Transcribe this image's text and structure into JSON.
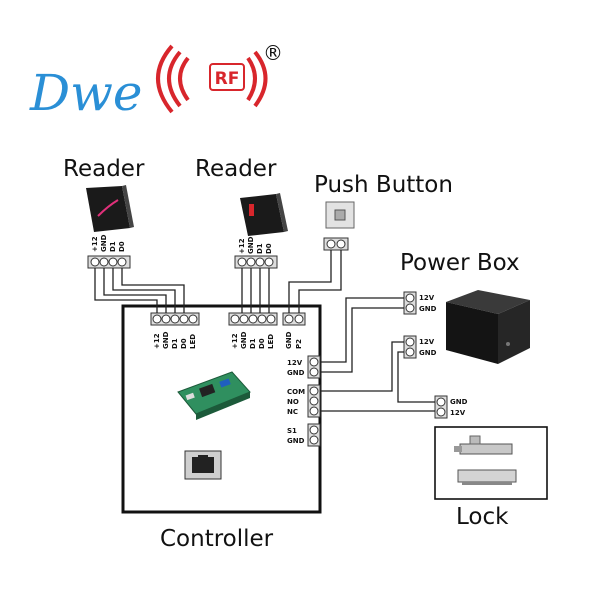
{
  "logo": {
    "brand": "Dwe",
    "badge": "RF",
    "registered": "®",
    "color": "#2a8fd6",
    "accent": "#d8262c"
  },
  "labels": {
    "reader_left": "Reader",
    "reader_right": "Reader",
    "push_button": "Push Button",
    "power_box": "Power Box",
    "lock": "Lock",
    "controller": "Controller"
  },
  "reader_pins": [
    "+12",
    "GND",
    "D1",
    "D0"
  ],
  "controller_reader_pins": [
    "+12",
    "GND",
    "D1",
    "D0",
    "LED"
  ],
  "controller_button_pins": [
    "GND",
    "P2"
  ],
  "controller_side_pins": [
    "12V",
    "GND",
    "COM",
    "NO",
    "NC",
    "S1",
    "GND"
  ],
  "power_box_terminals": {
    "upper": [
      "12V",
      "GND"
    ],
    "lower": [
      "12V",
      "GND"
    ]
  },
  "lock_terminals": [
    "GND",
    "12V"
  ]
}
